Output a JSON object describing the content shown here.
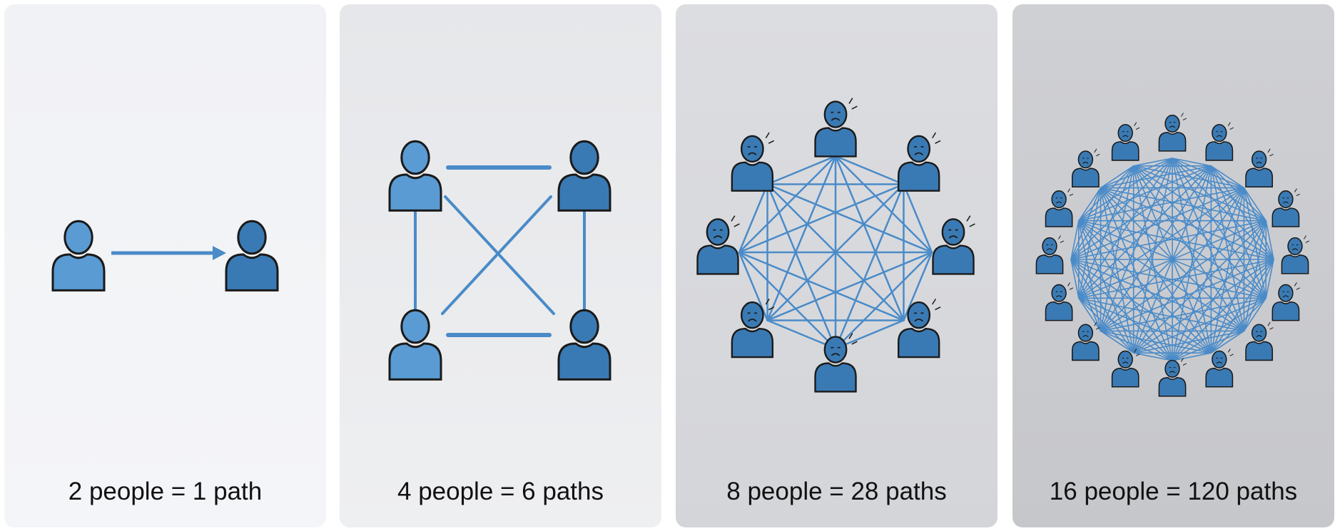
{
  "colors": {
    "line": "#4a8bc8",
    "person_light": "#5a9bd3",
    "person_dark": "#3a7ab4",
    "outline": "#1a1a1a"
  },
  "panels": [
    {
      "people": 2,
      "paths": 1,
      "label": "2 people = 1 path"
    },
    {
      "people": 4,
      "paths": 6,
      "label": "4 people = 6 paths"
    },
    {
      "people": 8,
      "paths": 28,
      "label": "8 people = 28 paths"
    },
    {
      "people": 16,
      "paths": 120,
      "label": "16 people = 120 paths"
    }
  ]
}
